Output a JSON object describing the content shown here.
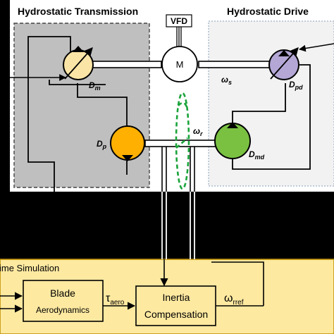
{
  "diagram": {
    "titles": {
      "left": "Hydrostatic Transmission",
      "right": "Hydrostatic Drive",
      "vfd": "VFD"
    },
    "motor_label": "M",
    "symbols": {
      "dm": {
        "base": "D",
        "sub": "m"
      },
      "dp": {
        "base": "D",
        "sub": "p"
      },
      "dpd": {
        "base": "D",
        "sub": "pd"
      },
      "dmd": {
        "base": "D",
        "sub": "md"
      },
      "ws": {
        "base": "ω",
        "sub": "s"
      },
      "wr": {
        "base": "ω",
        "sub": "r"
      }
    },
    "simulation": {
      "title": "ime Simulation",
      "blade_line1": "Blade",
      "blade_line2": "Aerodynamics",
      "tau": {
        "base": "τ",
        "sub": "aero"
      },
      "inertia_line1": "Inertia",
      "inertia_line2": "Compensation",
      "wrref": {
        "base": "ω",
        "sub": "rref"
      }
    },
    "colors": {
      "pump_dm": "#fbe5a6",
      "pump_dp": "#ffb000",
      "pump_dpd": "#b4a7d6",
      "pump_dmd": "#7ac142",
      "rotor": "#1aa33a",
      "sim_bg": "#fde9a0",
      "left_panel": "#bfbfbf",
      "right_panel": "#f2f2f2"
    }
  }
}
